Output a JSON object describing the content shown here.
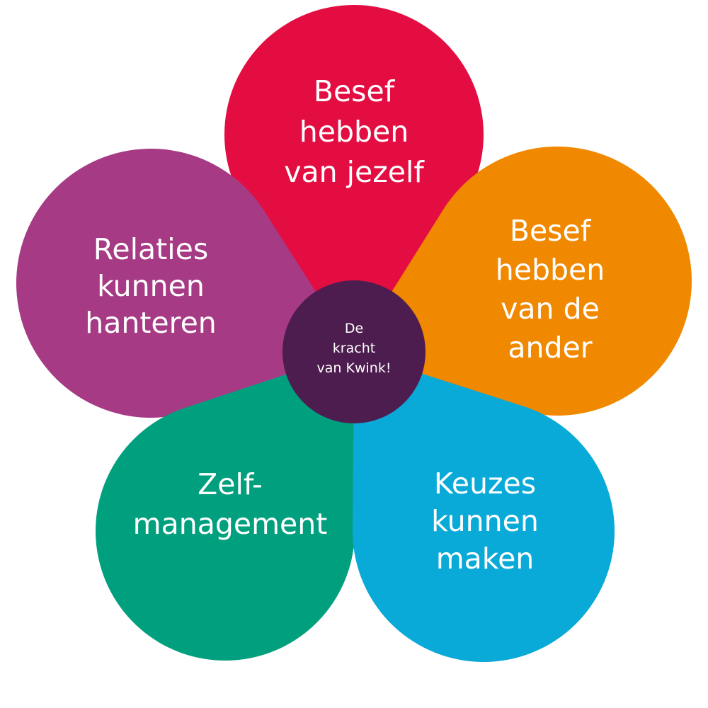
{
  "diagram": {
    "center": {
      "lines": [
        "De",
        "kracht",
        "van Kwink!"
      ],
      "color": "#4E1D4F"
    },
    "petals": [
      {
        "id": "self-awareness",
        "lines": [
          "Besef",
          "hebben",
          "van jezelf"
        ],
        "color": "#E30D42"
      },
      {
        "id": "social-awareness",
        "lines": [
          "Besef",
          "hebben",
          "van de",
          "ander"
        ],
        "color": "#F08800"
      },
      {
        "id": "responsible-decision-making",
        "lines": [
          "Keuzes",
          "kunnen",
          "maken"
        ],
        "color": "#09A9D8"
      },
      {
        "id": "self-management",
        "lines": [
          "Zelf-",
          "management"
        ],
        "color": "#00A07F"
      },
      {
        "id": "relationship-skills",
        "lines": [
          "Relaties",
          "kunnen",
          "hanteren"
        ],
        "color": "#A63A85"
      }
    ],
    "text_color": "#FFFFFF"
  }
}
